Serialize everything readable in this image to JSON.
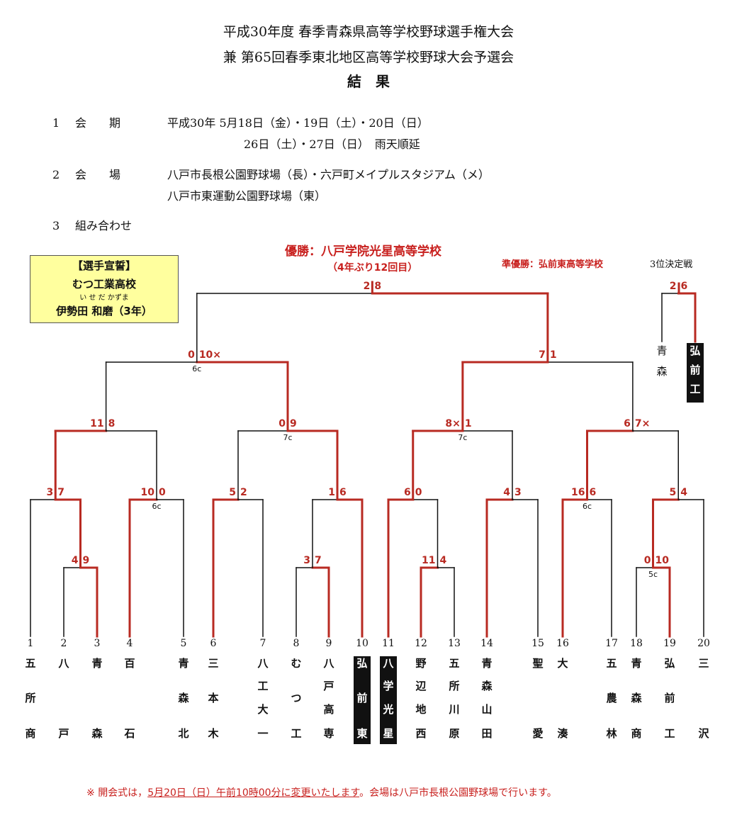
{
  "header": {
    "title_line1": "平成30年度 春季青森県高等学校野球選手権大会",
    "title_line2": "兼 第65回春季東北地区高等学校野球大会予選会",
    "title_line3": "結　果"
  },
  "info": {
    "item1_num": "1",
    "item1_label": "会　　期",
    "item1_val1": "平成30年 5月18日（金）・19日（土）・20日（日）",
    "item1_val2": "26日（土）・27日（日）　雨天順延",
    "item2_num": "2",
    "item2_label": "会　　場",
    "item2_val1": "八戸市長根公園野球場（長）・六戸町メイプルスタジアム（メ）",
    "item2_val2": "八戸市東運動公園野球場（東）",
    "item3_num": "3",
    "item3_label": "組み合わせ"
  },
  "oath": {
    "heading": "【選手宣誓】",
    "school": "むつ工業高校",
    "reading": "い せ だ かずま",
    "name": "伊勢田 和磨（3年）"
  },
  "results": {
    "champion": "優勝：八戸学院光星高等学校",
    "champion_note": "（4年ぶり12回目）",
    "runner_up": "準優勝：弘前東高等学校",
    "third_place_label": "3位決定戦"
  },
  "bracket": {
    "teams": [
      {
        "no": "1",
        "name": [
          "五",
          "所",
          "商"
        ],
        "hl": false
      },
      {
        "no": "2",
        "name": [
          "八",
          "",
          "戸"
        ],
        "hl": false
      },
      {
        "no": "3",
        "name": [
          "青",
          "",
          "森"
        ],
        "hl": false
      },
      {
        "no": "4",
        "name": [
          "百",
          "",
          "石"
        ],
        "hl": false
      },
      {
        "no": "5",
        "name": [
          "青",
          "森",
          "北"
        ],
        "hl": false
      },
      {
        "no": "6",
        "name": [
          "三",
          "本",
          "木"
        ],
        "hl": false
      },
      {
        "no": "7",
        "name": [
          "八",
          "工",
          "大",
          "一"
        ],
        "hl": false
      },
      {
        "no": "8",
        "name": [
          "む",
          "つ",
          "工"
        ],
        "hl": false
      },
      {
        "no": "9",
        "name": [
          "八",
          "戸",
          "高",
          "専"
        ],
        "hl": false
      },
      {
        "no": "10",
        "name": [
          "弘",
          "前",
          "東"
        ],
        "hl": true
      },
      {
        "no": "11",
        "name": [
          "八",
          "学",
          "光",
          "星"
        ],
        "hl": true
      },
      {
        "no": "12",
        "name": [
          "野",
          "辺",
          "地",
          "西"
        ],
        "hl": false
      },
      {
        "no": "13",
        "name": [
          "五",
          "所",
          "川",
          "原"
        ],
        "hl": false
      },
      {
        "no": "14",
        "name": [
          "青",
          "森",
          "山",
          "田"
        ],
        "hl": false
      },
      {
        "no": "15",
        "name": [
          "聖",
          "",
          "愛"
        ],
        "hl": false
      },
      {
        "no": "16",
        "name": [
          "大",
          "",
          "湊"
        ],
        "hl": false
      },
      {
        "no": "17",
        "name": [
          "五",
          "農",
          "林"
        ],
        "hl": false
      },
      {
        "no": "18",
        "name": [
          "青",
          "森",
          "商"
        ],
        "hl": false
      },
      {
        "no": "19",
        "name": [
          "弘",
          "前",
          "工"
        ],
        "hl": false
      },
      {
        "no": "20",
        "name": [
          "三",
          "",
          "沢"
        ],
        "hl": false
      }
    ],
    "third_place": {
      "left_team": [
        "青",
        "森"
      ],
      "right_team": [
        "弘",
        "前",
        "工"
      ],
      "score_left": "2",
      "score_right": "6"
    }
  },
  "footer": {
    "mark": "※",
    "text_a": "開会式は，",
    "text_b": "5月20日（日）午前10時00分に変更いたします",
    "text_c": "。会場は八戸市長根公園野球場で行います。"
  }
}
